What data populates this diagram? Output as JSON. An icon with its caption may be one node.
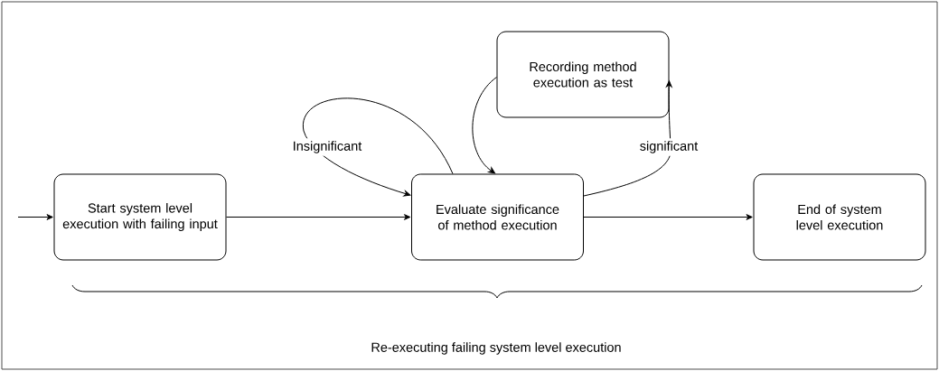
{
  "diagram": {
    "nodes": [
      {
        "text": [
          "Start system level execution with failing input"
        ]
      },
      {
        "text": [
          "Evaluate significance of method execution"
        ]
      },
      {
        "text": [
          "Recording method execution as test"
        ]
      },
      {
        "text": [
          "End of system level execution"
        ]
      }
    ],
    "edges": [
      {
        "from": null,
        "to": 0,
        "arrow": "to"
      },
      {
        "from": 0,
        "to": 1,
        "arrow": "to"
      },
      {
        "from": 1,
        "to": 1,
        "label": "Insignificant",
        "arrow": "to"
      },
      {
        "from": 1,
        "to": 2,
        "label": "significant",
        "arrow": "to"
      },
      {
        "from": 2,
        "to": 1,
        "arrow": "to"
      },
      {
        "from": 1,
        "to": 3,
        "arrow": "to"
      }
    ],
    "labels": [
      "Re-executing failing system level execution"
    ]
  }
}
